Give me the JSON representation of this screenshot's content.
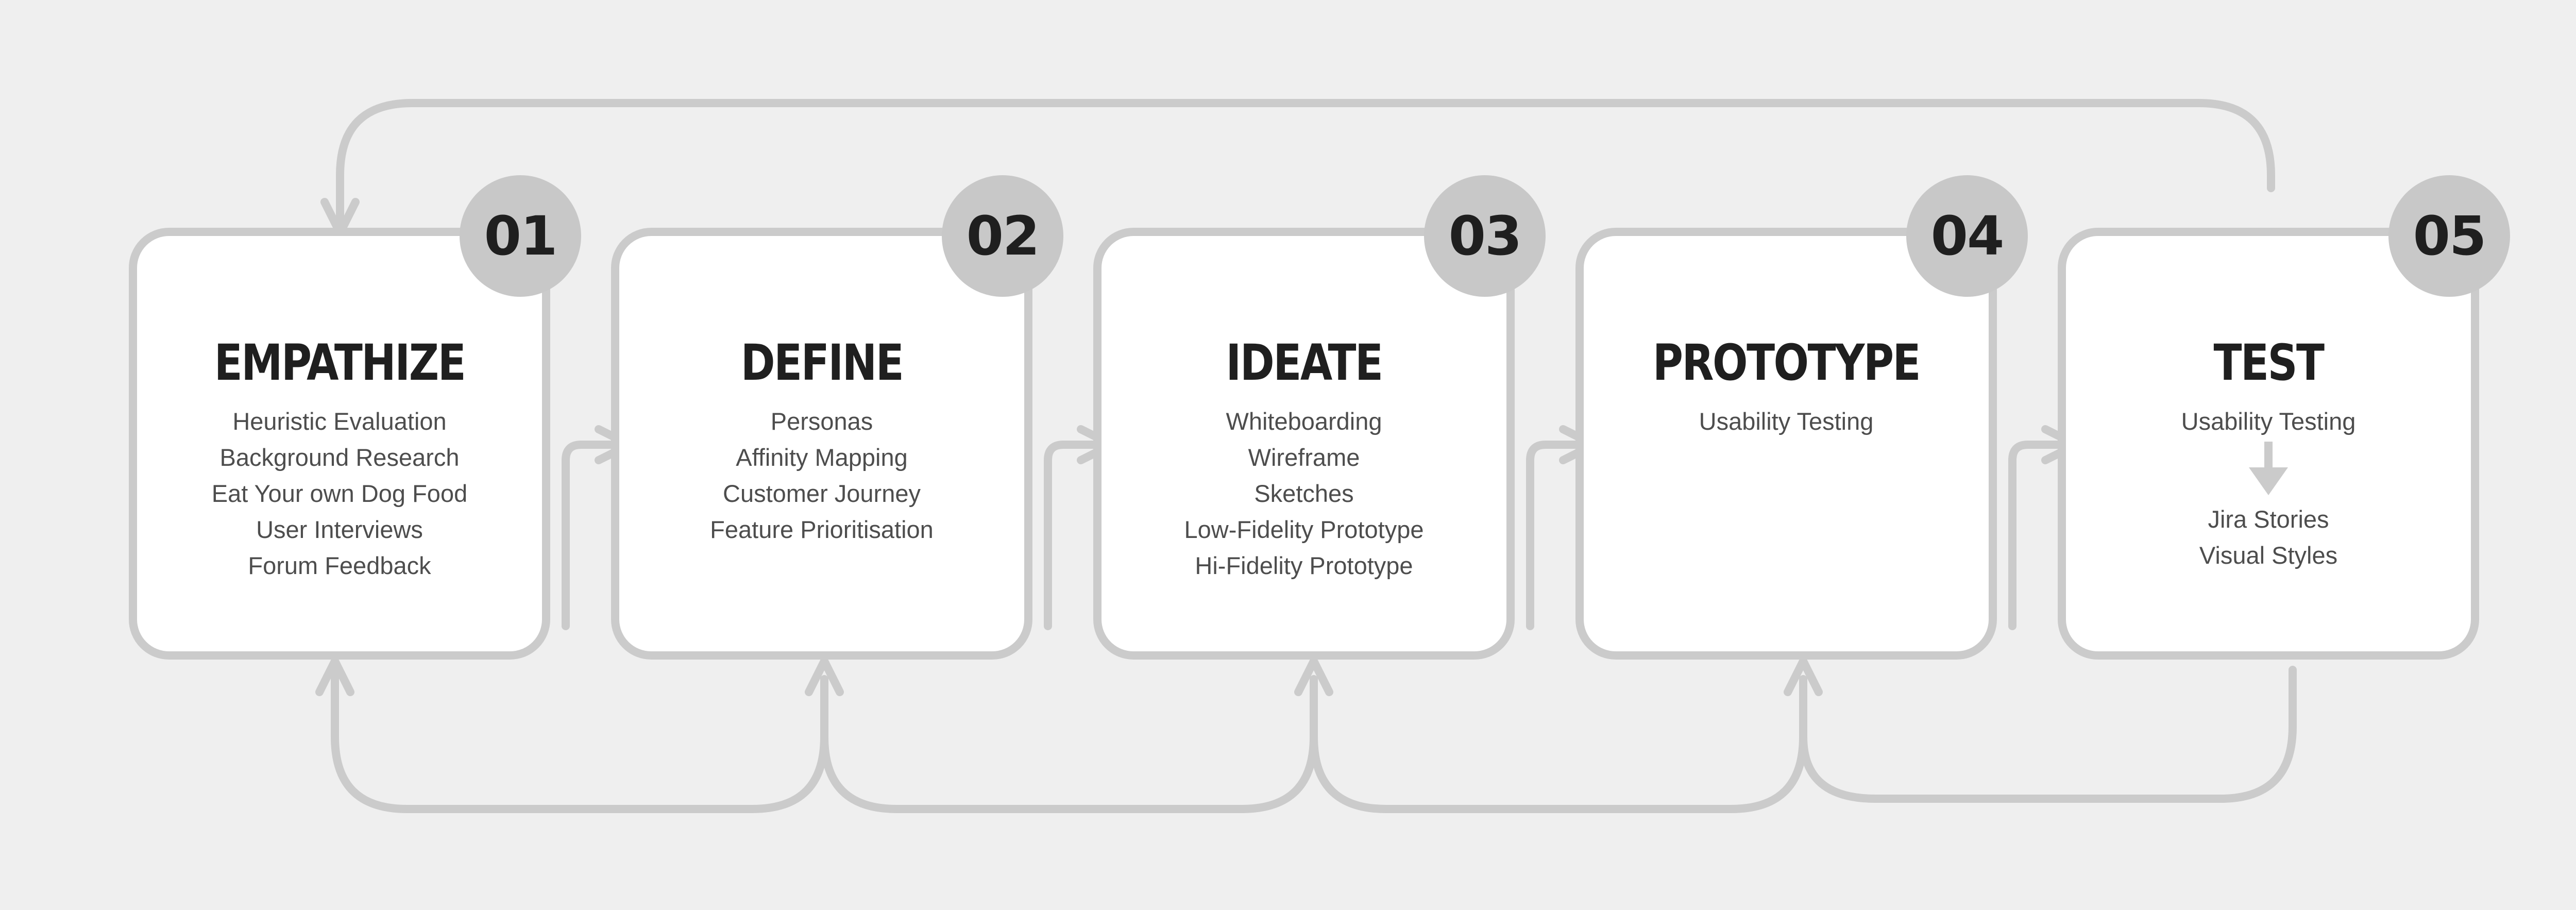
{
  "stages": [
    {
      "number": "01",
      "title": "EMPATHIZE",
      "items": [
        "Heuristic Evaluation",
        "Background Research",
        "Eat Your own Dog Food",
        "User Interviews",
        "Forum Feedback"
      ]
    },
    {
      "number": "02",
      "title": "DEFINE",
      "items": [
        "Personas",
        "Affinity Mapping",
        "Customer Journey",
        "Feature Prioritisation"
      ]
    },
    {
      "number": "03",
      "title": "IDEATE",
      "items": [
        "Whiteboarding",
        "Wireframe",
        "Sketches",
        "Low-Fidelity Prototype",
        "Hi-Fidelity Prototype"
      ]
    },
    {
      "number": "04",
      "title": "PROTOTYPE",
      "items": [
        "Usability Testing"
      ]
    },
    {
      "number": "05",
      "title": "TEST",
      "items": [
        "Usability Testing",
        "Jira Stories",
        "Visual Styles"
      ]
    }
  ],
  "colors": {
    "background": "#efefef",
    "card": "#ffffff",
    "connector": "#cbcbcb",
    "badge": "#c8c8c8",
    "title_text": "#1f1f1f",
    "body_text": "#4d4d4d"
  },
  "icons": {
    "forward": "arrow-right-icon",
    "feedback": "arrow-up-icon",
    "loop_back": "arrow-down-icon",
    "test_flow": "arrow-down-icon"
  }
}
